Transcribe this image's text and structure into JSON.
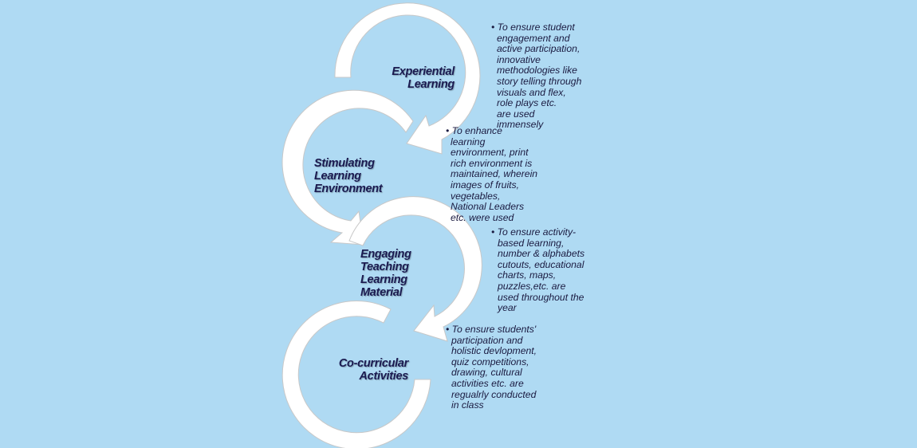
{
  "stages": [
    {
      "label_lines": [
        "Experiential",
        "Learning"
      ],
      "description_lines": [
        "• To ensure student",
        "engagement and",
        "active participation,",
        "innovative",
        "methodologies  like",
        "story telling through",
        "visuals and flex,",
        "role plays     etc.",
        "are  used",
        "immensely"
      ]
    },
    {
      "label_lines": [
        "Stimulating",
        "Learning",
        "Environment"
      ],
      "description_lines": [
        "• To enhance",
        "learning",
        "environment, print",
        "rich environment is",
        "maintained, wherein",
        "images of fruits,",
        "vegetables,",
        "National Leaders",
        "etc. were used"
      ]
    },
    {
      "label_lines": [
        "Engaging",
        "Teaching",
        "Learning",
        "Material"
      ],
      "description_lines": [
        "•    To ensure activity-",
        "based learning,",
        "number & alphabets",
        "cutouts, educational",
        "charts, maps,",
        "puzzles,etc. are",
        "used throughout the",
        "year"
      ]
    },
    {
      "label_lines": [
        "Co-curricular",
        "Activities"
      ],
      "description_lines": [
        "• To ensure students'",
        "participation and",
        "holistic devlopment,",
        "quiz competitions,",
        "drawing, cultural",
        "activities etc. are",
        "regualrly conducted",
        "in class"
      ]
    }
  ],
  "colors": {
    "background": "#afdaf3",
    "arrow_fill": "#ffffff",
    "label_text": "#1a1a50"
  }
}
